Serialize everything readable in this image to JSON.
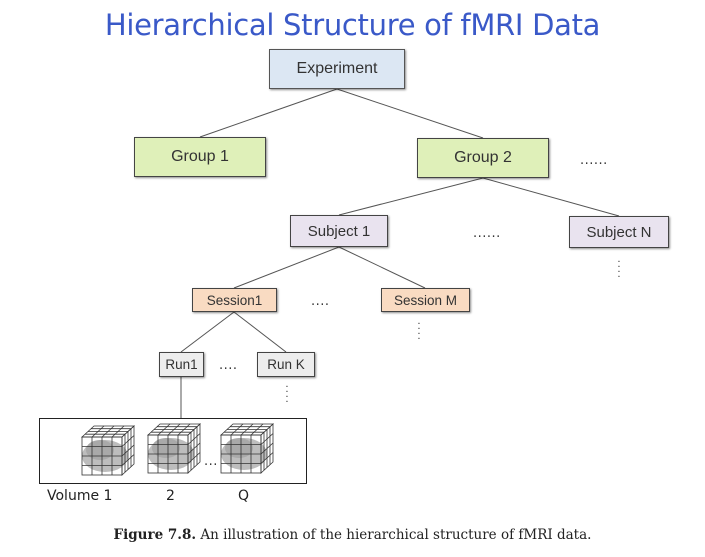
{
  "title": "Hierarchical Structure of fMRI Data",
  "nodes": {
    "experiment": "Experiment",
    "group1": "Group 1",
    "group2": "Group 2",
    "subject1": "Subject 1",
    "subjectN": "Subject N",
    "session1": "Session1",
    "sessionM": "Session M",
    "run1": "Run1",
    "runK": "Run K"
  },
  "ellipses": {
    "groups": "......",
    "subjects": "......",
    "sessions": "....",
    "runs": "....",
    "volumes": "..."
  },
  "volumes": {
    "label1": "Volume 1",
    "label2": "2",
    "labelQ": "Q"
  },
  "caption": {
    "prefix": "Figure 7.8.",
    "text": "An illustration of the hierarchical structure of fMRI data."
  },
  "colors": {
    "title": "#3a59c8",
    "experiment_fill": "#dce7f3",
    "group_fill": "#dff0b9",
    "subject_fill": "#e9e3ef",
    "session_fill": "#f9dbc2",
    "run_fill": "#ededed"
  }
}
